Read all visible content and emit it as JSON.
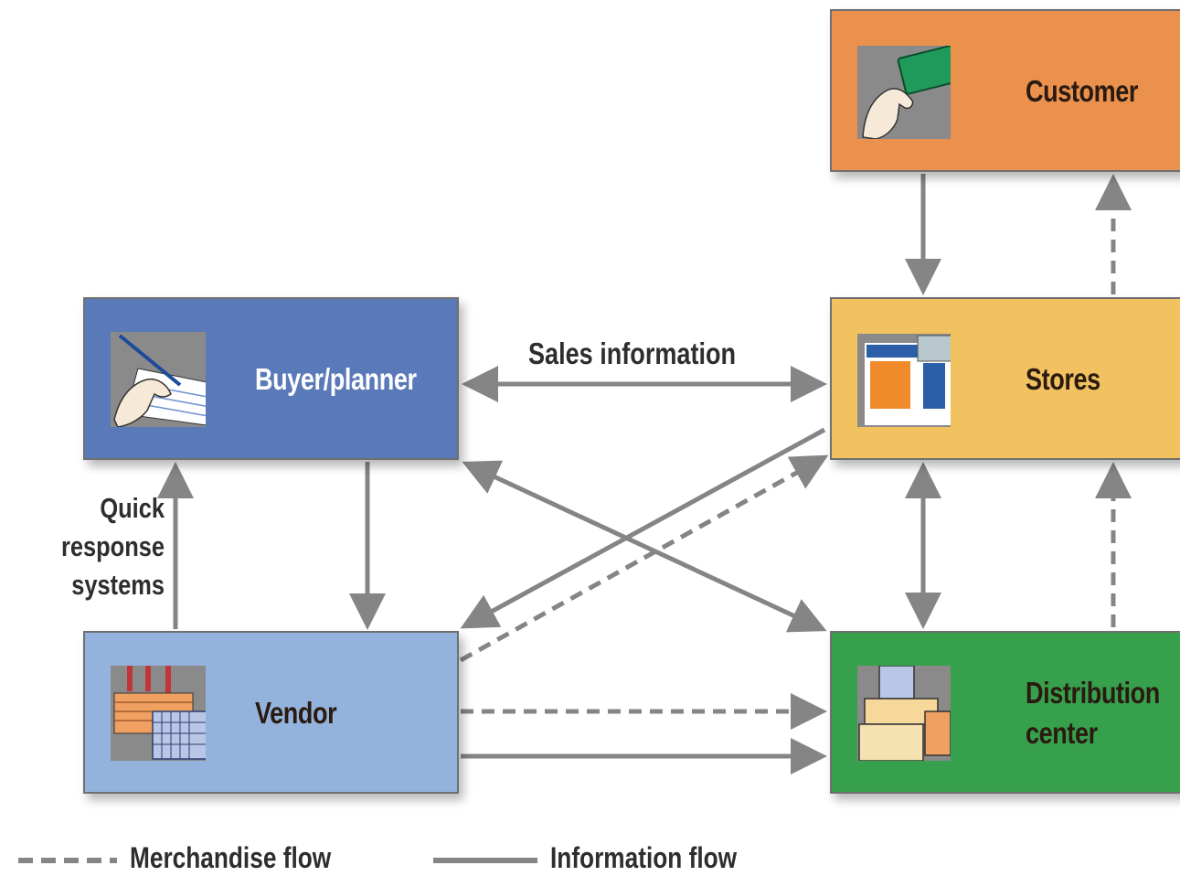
{
  "nodes": {
    "customer": {
      "label": "Customer",
      "icon": "hand-credit-card-icon"
    },
    "stores": {
      "label": "Stores",
      "icon": "storefront-icon"
    },
    "distribution_center": {
      "label_line1": "Distribution",
      "label_line2": "center",
      "icon": "boxes-icon"
    },
    "buyer_planner": {
      "label": "Buyer/planner",
      "icon": "hand-writing-icon"
    },
    "vendor": {
      "label": "Vendor",
      "icon": "factory-icon"
    }
  },
  "edge_labels": {
    "sales_information": "Sales information",
    "quick_response": [
      "Quick",
      "response",
      "systems"
    ]
  },
  "legend": {
    "merchandise": "Merchandise flow",
    "information": "Information flow"
  },
  "colors": {
    "customer": "#e9914d",
    "stores": "#f2c260",
    "distribution_center": "#37a04d",
    "buyer_planner": "#5a79b8",
    "vendor": "#93b3dc",
    "arrow": "#858585"
  },
  "edges": [
    {
      "from": "customer",
      "to": "stores",
      "kind": "information"
    },
    {
      "from": "stores",
      "to": "customer",
      "kind": "merchandise"
    },
    {
      "from": "buyer_planner",
      "to": "stores",
      "kind": "information",
      "bidirectional": true
    },
    {
      "from": "buyer_planner",
      "to": "vendor",
      "kind": "information"
    },
    {
      "from": "vendor",
      "to": "buyer_planner",
      "kind": "information"
    },
    {
      "from": "buyer_planner",
      "to": "distribution_center",
      "kind": "information",
      "bidirectional": true
    },
    {
      "from": "stores",
      "to": "vendor",
      "kind": "information"
    },
    {
      "from": "vendor",
      "to": "stores",
      "kind": "merchandise"
    },
    {
      "from": "stores",
      "to": "distribution_center",
      "kind": "information",
      "bidirectional": true
    },
    {
      "from": "distribution_center",
      "to": "stores",
      "kind": "merchandise"
    },
    {
      "from": "vendor",
      "to": "distribution_center",
      "kind": "merchandise"
    },
    {
      "from": "vendor",
      "to": "distribution_center",
      "kind": "information"
    }
  ]
}
